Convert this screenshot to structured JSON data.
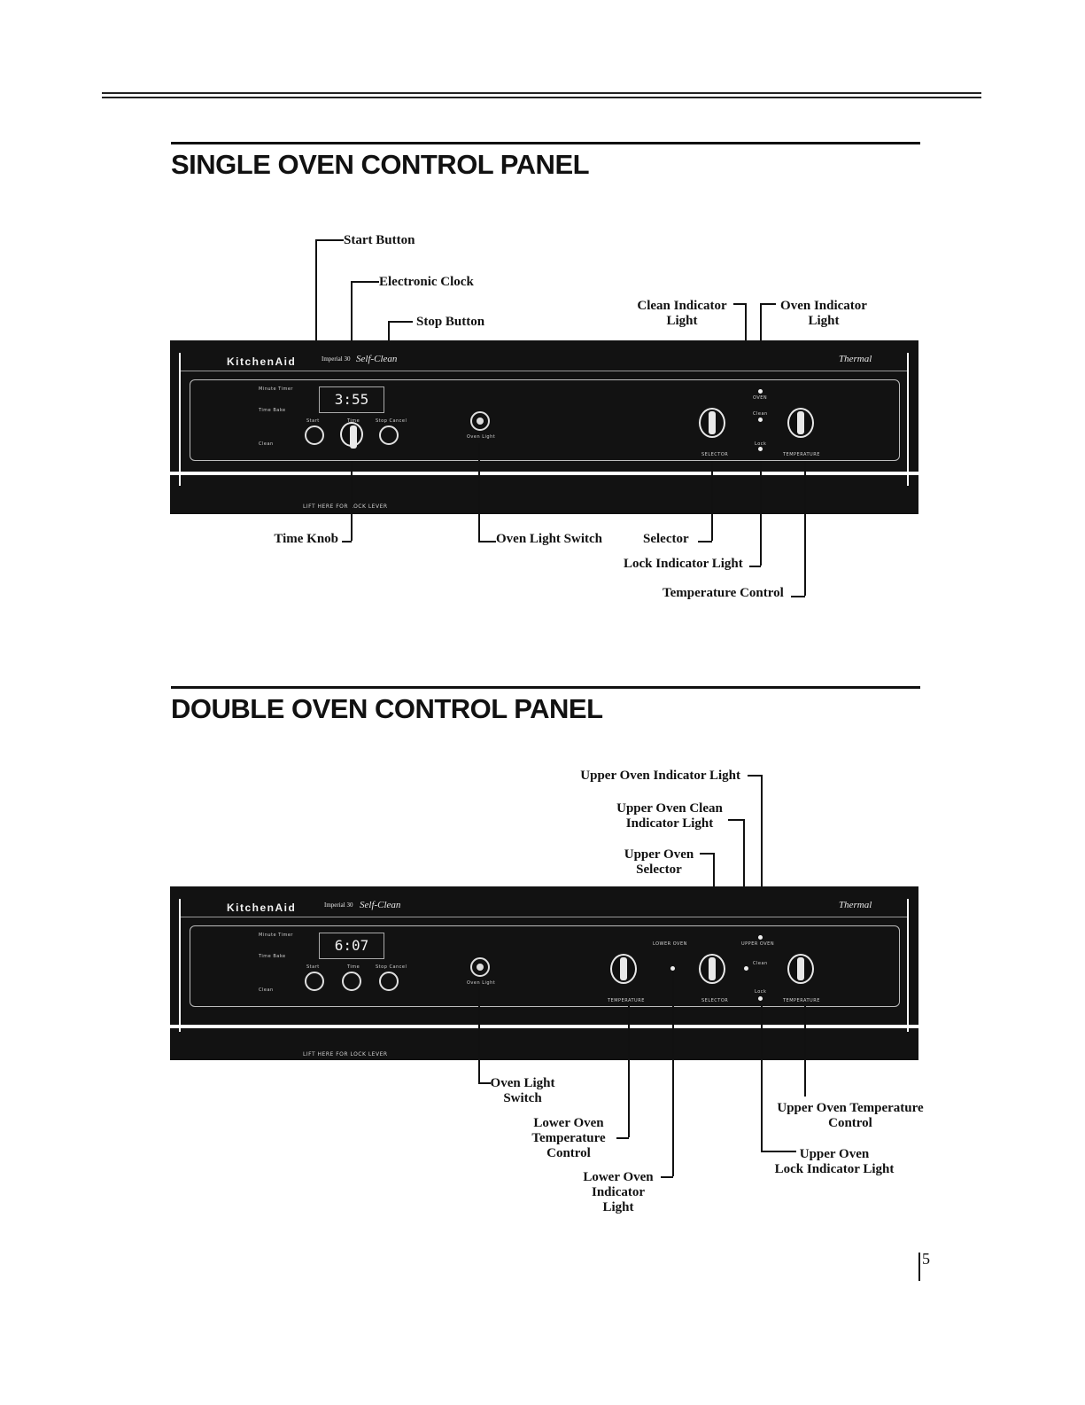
{
  "single": {
    "title": "SINGLE OVEN CONTROL PANEL",
    "labels": {
      "start_button": "Start Button",
      "electronic_clock": "Electronic Clock",
      "stop_button": "Stop Button",
      "clean_indicator": "Clean Indicator\nLight",
      "oven_indicator": "Oven Indicator\nLight",
      "time_knob": "Time Knob",
      "oven_light_switch": "Oven Light Switch",
      "selector": "Selector",
      "lock_indicator": "Lock Indicator Light",
      "temperature_control": "Temperature Control"
    },
    "panel": {
      "brand": "KitchenAid",
      "model": "Imperial 30",
      "self_clean": "Self-Clean",
      "thermal": "Thermal",
      "clock_display": "3:55",
      "minute_timer": "Minute Timer",
      "time_bake": "Time Bake",
      "clean": "Clean",
      "start": "Start",
      "time": "Time",
      "stop_cancel": "Stop Cancel",
      "oven_light": "Oven Light",
      "oven": "OVEN",
      "clean_small": "Clean",
      "lock": "Lock",
      "selector_caption": "SELECTOR",
      "temperature_caption": "TEMPERATURE",
      "lift_lever": "LIFT HERE FOR LOCK LEVER"
    }
  },
  "double": {
    "title": "DOUBLE OVEN CONTROL PANEL",
    "labels": {
      "upper_oven_indicator": "Upper Oven Indicator Light",
      "upper_oven_clean": "Upper Oven Clean\nIndicator Light",
      "upper_oven_selector": "Upper Oven\nSelector",
      "oven_light_switch": "Oven Light\nSwitch",
      "lower_oven_temp": "Lower Oven\nTemperature\nControl",
      "lower_oven_indicator": "Lower Oven\nIndicator\nLight",
      "upper_oven_temp": "Upper Oven Temperature\nControl",
      "upper_oven_lock": "Upper Oven\nLock Indicator Light"
    },
    "panel": {
      "brand": "KitchenAid",
      "model": "Imperial 30",
      "self_clean": "Self-Clean",
      "thermal": "Thermal",
      "clock_display": "6:07",
      "minute_timer": "Minute Timer",
      "time_bake": "Time Bake",
      "clean": "Clean",
      "start": "Start",
      "time": "Time",
      "stop_cancel": "Stop Cancel",
      "oven_light": "Oven Light",
      "lower_oven": "LOWER OVEN",
      "upper_oven": "UPPER OVEN",
      "clean_small": "Clean",
      "lock": "Lock",
      "temperature_caption": "TEMPERATURE",
      "selector_caption": "SELECTOR",
      "temperature_caption2": "TEMPERATURE",
      "lift_lever": "LIFT HERE FOR LOCK LEVER"
    }
  },
  "page_number": "5"
}
